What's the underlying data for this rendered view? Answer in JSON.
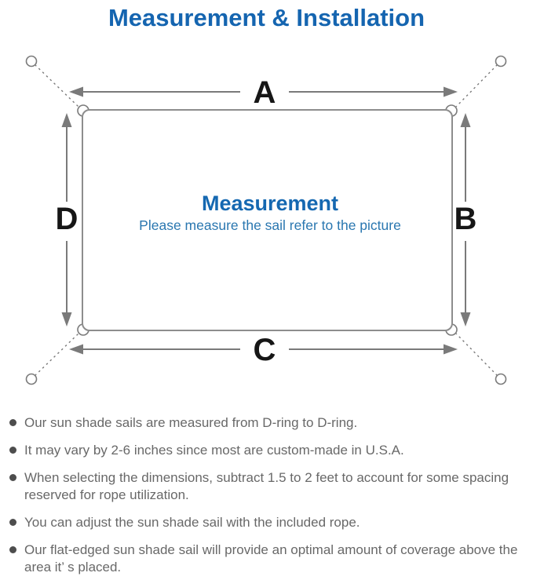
{
  "title": "Measurement & Installation",
  "diagram": {
    "labels": {
      "top": "A",
      "right": "B",
      "bottom": "C",
      "left": "D"
    },
    "center_title": "Measurement",
    "center_subtitle": "Please measure the sail refer to the picture"
  },
  "colors": {
    "accent_blue": "#1565b0",
    "subtitle_blue": "#2a77b0",
    "line_gray": "#7a7a7a",
    "border_gray": "#8d8d8d",
    "text_gray": "#686868"
  },
  "bullets": [
    {
      "text": "Our sun shade sails are measured from D-ring to D-ring."
    },
    {
      "text": "It may vary by 2-6 inches since most are custom-made in U.S.A."
    },
    {
      "text": "When selecting the dimensions, subtract 1.5 to 2 feet to account for some spacing reserved for rope utilization."
    },
    {
      "text": "You can adjust the sun shade sail with the included rope."
    },
    {
      "text": "Our flat-edged sun shade sail will provide an optimal amount of coverage above the area it’ s placed."
    }
  ]
}
